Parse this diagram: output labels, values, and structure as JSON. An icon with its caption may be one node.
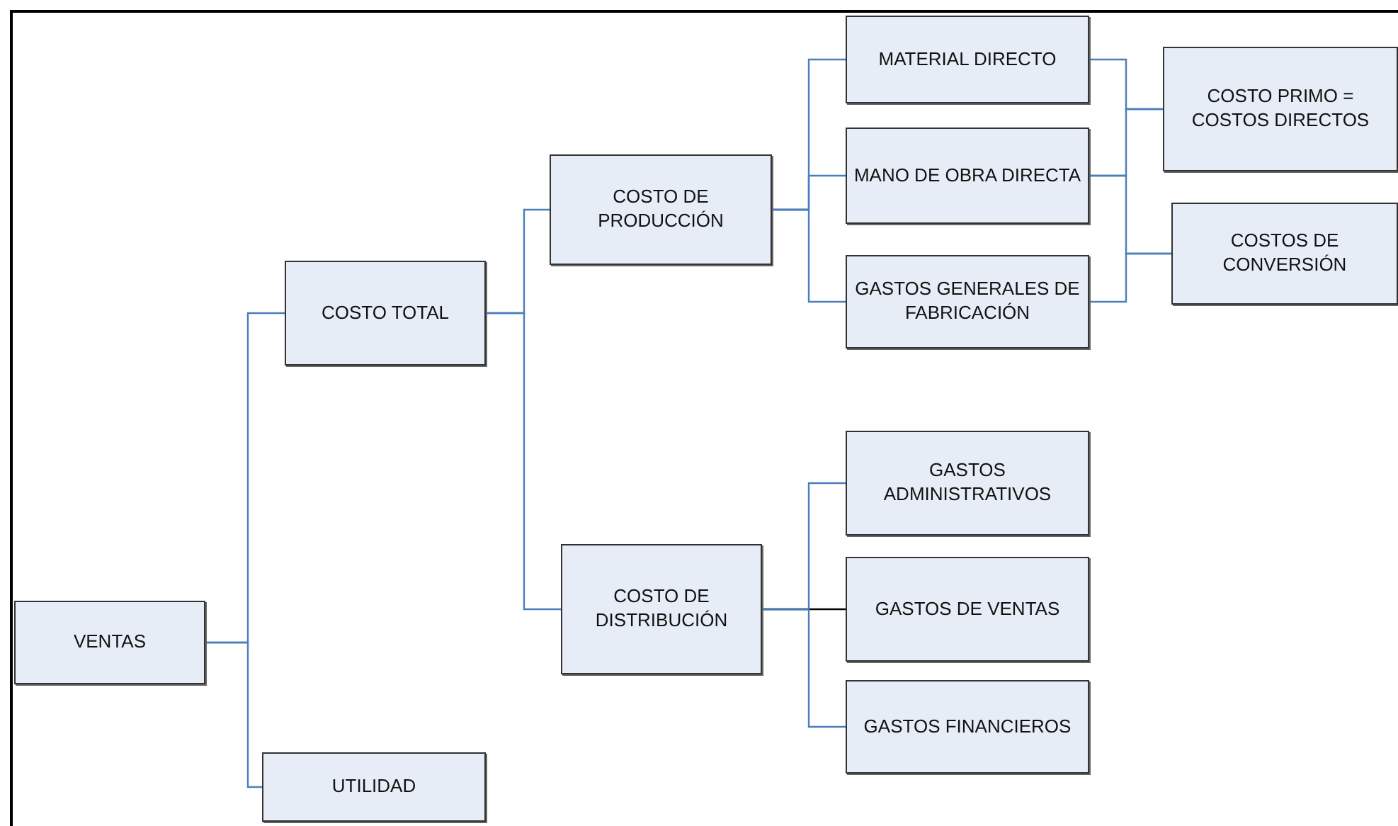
{
  "diagram": {
    "nodes": [
      {
        "text": [
          "VENTAS"
        ]
      },
      {
        "text": [
          "COSTO TOTAL"
        ]
      },
      {
        "text": [
          "UTILIDAD"
        ]
      },
      {
        "text": [
          "COSTO DE PRODUCCIÓN"
        ]
      },
      {
        "text": [
          "COSTO DE DISTRIBUCIÓN"
        ]
      },
      {
        "text": [
          "MATERIAL DIRECTO"
        ]
      },
      {
        "text": [
          "MANO DE OBRA DIRECTA"
        ]
      },
      {
        "text": [
          "GASTOS GENERALES DE FABRICACIÓN"
        ]
      },
      {
        "text": [
          "COSTO PRIMO = COSTOS DIRECTOS"
        ]
      },
      {
        "text": [
          "COSTOS DE CONVERSIÓN"
        ]
      },
      {
        "text": [
          "GASTOS ADMINISTRATIVOS"
        ]
      },
      {
        "text": [
          "GASTOS DE VENTAS"
        ]
      },
      {
        "text": [
          "GASTOS FINANCIEROS"
        ]
      }
    ],
    "edges": [
      {
        "from": 0,
        "to": 1,
        "arrow": "none"
      },
      {
        "from": 0,
        "to": 2,
        "arrow": "none"
      },
      {
        "from": 1,
        "to": 3,
        "arrow": "none"
      },
      {
        "from": 1,
        "to": 4,
        "arrow": "none"
      },
      {
        "from": 3,
        "to": 5,
        "arrow": "none"
      },
      {
        "from": 3,
        "to": 6,
        "arrow": "none"
      },
      {
        "from": 3,
        "to": 7,
        "arrow": "none"
      },
      {
        "from": 5,
        "to": 8,
        "arrow": "none"
      },
      {
        "from": 6,
        "to": 8,
        "arrow": "none"
      },
      {
        "from": 6,
        "to": 9,
        "arrow": "none"
      },
      {
        "from": 7,
        "to": 9,
        "arrow": "none"
      },
      {
        "from": 4,
        "to": 10,
        "arrow": "none"
      },
      {
        "from": 4,
        "to": 11,
        "arrow": "none",
        "color": "#000000"
      },
      {
        "from": 4,
        "to": 12,
        "arrow": "none"
      }
    ]
  }
}
